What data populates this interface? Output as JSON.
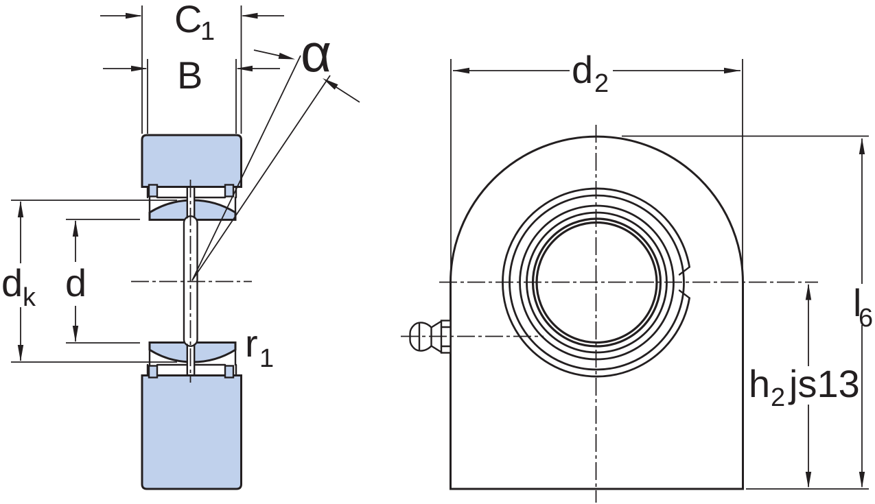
{
  "colors": {
    "background": "#ffffff",
    "line": "#231f20",
    "section_fill": "#c0d1ec"
  },
  "section_view": {
    "dim_c1": {
      "base": "C",
      "sub": "1"
    },
    "dim_b": {
      "base": "B"
    },
    "dim_alpha": {
      "base": "α"
    },
    "dim_dk": {
      "base": "d",
      "sub": "k"
    },
    "dim_d": {
      "base": "d"
    },
    "dim_r1": {
      "base": "r",
      "sub": "1"
    }
  },
  "front_view": {
    "dim_d2": {
      "base": "d",
      "sub": "2"
    },
    "dim_l6": {
      "base": "l",
      "sub": "6"
    },
    "dim_h2": {
      "base": "h",
      "sub": "2",
      "tolerance": "js13"
    }
  }
}
